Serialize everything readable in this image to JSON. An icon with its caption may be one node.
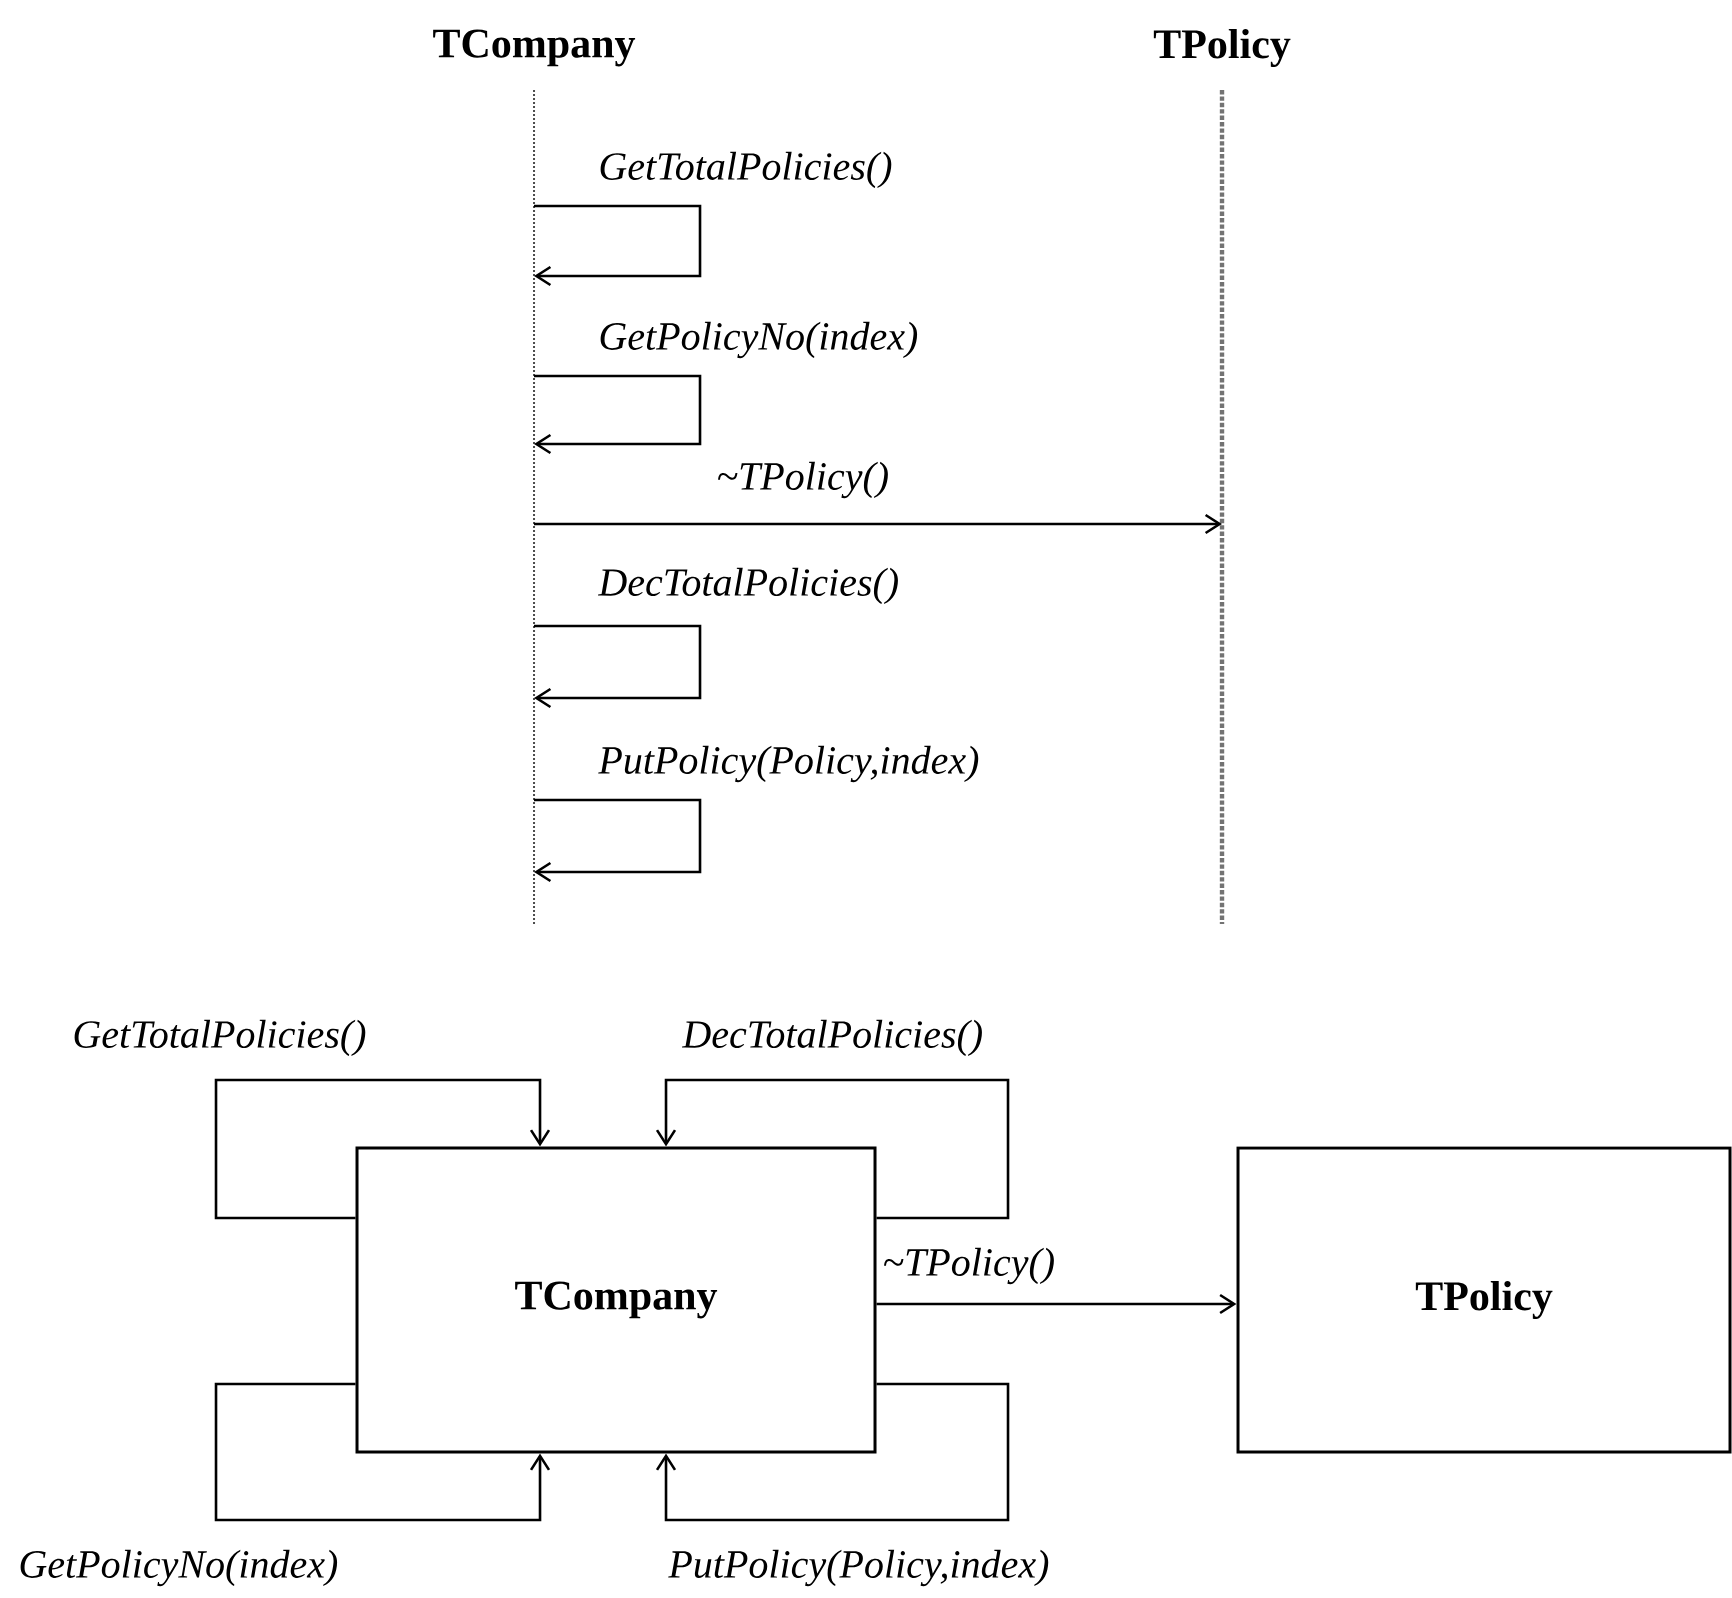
{
  "diagram": {
    "nodes": [
      {
        "text": [
          "TCompany"
        ]
      },
      {
        "text": [
          "TPolicy"
        ]
      },
      {
        "text": [
          "TCompany"
        ]
      },
      {
        "text": [
          "TPolicy"
        ]
      }
    ],
    "edges": [
      {
        "from": 0,
        "to": 0,
        "arrow": "to",
        "label": "GetTotalPolicies()"
      },
      {
        "from": 0,
        "to": 0,
        "arrow": "to",
        "label": "GetPolicyNo(index)"
      },
      {
        "from": 0,
        "to": 1,
        "arrow": "to",
        "label": "~TPolicy()"
      },
      {
        "from": 0,
        "to": 0,
        "arrow": "to",
        "label": "DecTotalPolicies()"
      },
      {
        "from": 0,
        "to": 0,
        "arrow": "to",
        "label": "PutPolicy(Policy,index)"
      },
      {
        "from": 2,
        "to": 2,
        "arrow": "to",
        "label": "GetTotalPolicies()"
      },
      {
        "from": 2,
        "to": 2,
        "arrow": "to",
        "label": "DecTotalPolicies()"
      },
      {
        "from": 2,
        "to": 3,
        "arrow": "to",
        "label": "~TPolicy()"
      },
      {
        "from": 2,
        "to": 2,
        "arrow": "to",
        "label": "GetPolicyNo(index)"
      },
      {
        "from": 2,
        "to": 2,
        "arrow": "to",
        "label": "PutPolicy(Policy,index)"
      }
    ]
  }
}
